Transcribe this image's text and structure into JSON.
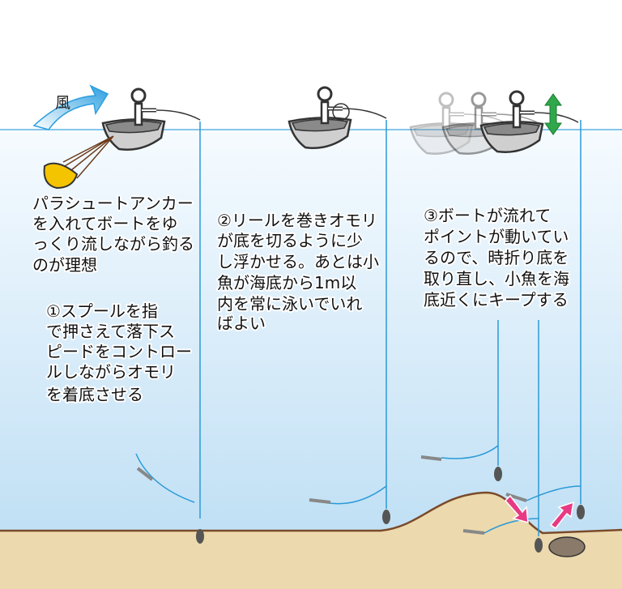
{
  "wind_label": "風",
  "panels": [
    {
      "intro": [
        "パラシュートアンカー",
        "を入れてボートをゆ",
        "っくり流しながら釣る",
        "のが理想"
      ],
      "step": [
        "①スプールを指",
        "で押さえて落下ス",
        "ピードをコントロー",
        "ルしながらオモリ",
        "を着底させる"
      ]
    },
    {
      "step": [
        "②リールを巻きオモリ",
        "が底を切るように少",
        "し浮かせる。あとは小",
        "魚が海底から1m以",
        "内を常に泳いでいれ",
        "ばよい"
      ]
    },
    {
      "step": [
        "③ボートが流れて",
        "ポイントが動いてい",
        "るので、時折り底を",
        "取り直し、小魚を海",
        "底近くにキープする"
      ]
    }
  ],
  "colors": {
    "water_top": "#f4faff",
    "water_bottom": "#bfe0f4",
    "sand": "#ecd9ad",
    "seabed_edge": "#7a4a2a",
    "line": "#2a9ad8",
    "arrow_pink": "#e83a84",
    "arrow_green": "#2ea84a",
    "anchor": "#f5c400"
  }
}
